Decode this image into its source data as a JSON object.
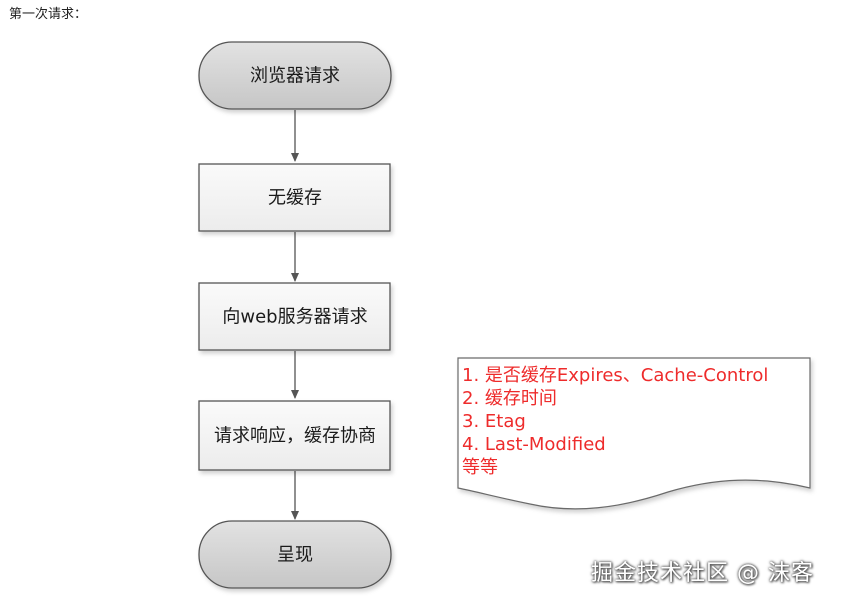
{
  "heading": "第一次请求：",
  "flow": {
    "browser_request": "浏览器请求",
    "no_cache": "无缓存",
    "request_server": "向web服务器请求",
    "response_negotiate": "请求响应，缓存协商",
    "render": "呈现"
  },
  "note": {
    "lines": [
      "1. 是否缓存Expires、Cache-Control",
      "2. 缓存时间",
      "3. Etag",
      "4. Last-Modified",
      "等等"
    ]
  },
  "watermark": "掘金技术社区 @ 沫客",
  "colors": {
    "terminal_fill": "#d2d2d2",
    "process_fill": "#f2f2f2",
    "stroke": "#555555",
    "note_text": "#ee2b2b"
  }
}
